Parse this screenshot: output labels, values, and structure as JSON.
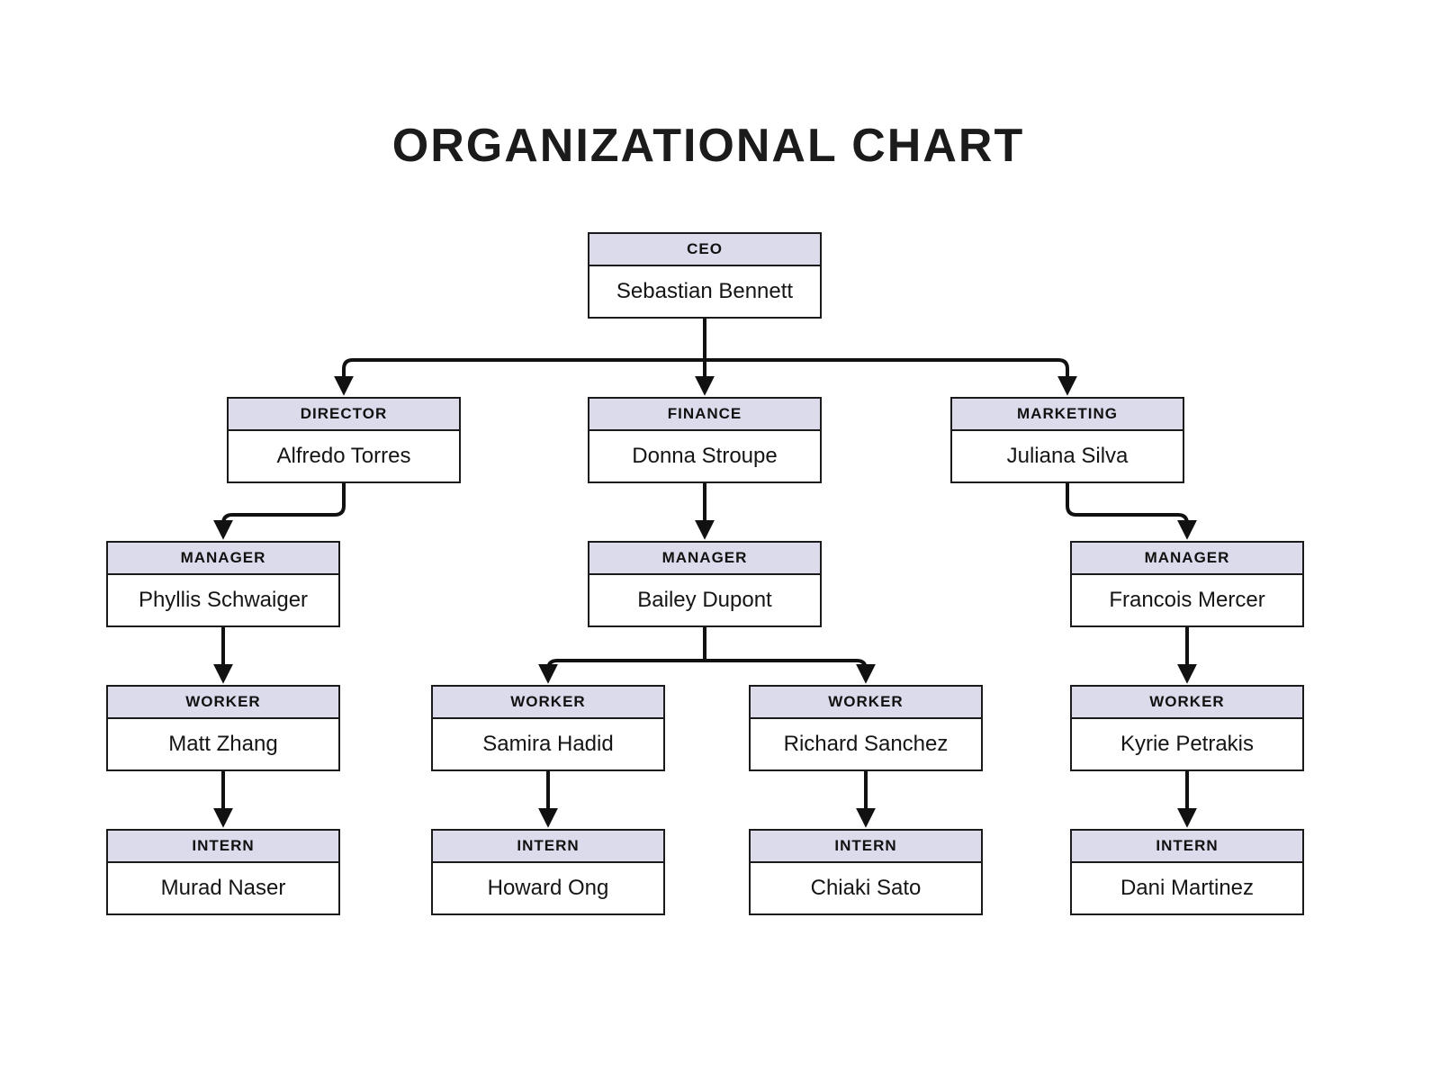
{
  "title": "ORGANIZATIONAL CHART",
  "colors": {
    "background": "#FFFFFF",
    "node_header_fill": "#DBDBEC",
    "node_border": "#1B1B1B",
    "connector": "#111111",
    "text": "#151515"
  },
  "nodes": [
    {
      "id": "ceo",
      "role": "CEO",
      "name": "Sebastian Bennett"
    },
    {
      "id": "director",
      "role": "DIRECTOR",
      "name": "Alfredo Torres"
    },
    {
      "id": "finance",
      "role": "FINANCE",
      "name": "Donna Stroupe"
    },
    {
      "id": "marketing",
      "role": "MARKETING",
      "name": "Juliana Silva"
    },
    {
      "id": "manager-1",
      "role": "MANAGER",
      "name": "Phyllis Schwaiger"
    },
    {
      "id": "manager-2",
      "role": "MANAGER",
      "name": "Bailey Dupont"
    },
    {
      "id": "manager-3",
      "role": "MANAGER",
      "name": "Francois Mercer"
    },
    {
      "id": "worker-1",
      "role": "WORKER",
      "name": "Matt Zhang"
    },
    {
      "id": "worker-2",
      "role": "WORKER",
      "name": "Samira Hadid"
    },
    {
      "id": "worker-3",
      "role": "WORKER",
      "name": "Richard Sanchez"
    },
    {
      "id": "worker-4",
      "role": "WORKER",
      "name": "Kyrie Petrakis"
    },
    {
      "id": "intern-1",
      "role": "INTERN",
      "name": "Murad Naser"
    },
    {
      "id": "intern-2",
      "role": "INTERN",
      "name": "Howard Ong"
    },
    {
      "id": "intern-3",
      "role": "INTERN",
      "name": "Chiaki Sato"
    },
    {
      "id": "intern-4",
      "role": "INTERN",
      "name": "Dani Martinez"
    }
  ],
  "edges": [
    {
      "from": "ceo",
      "to": "director"
    },
    {
      "from": "ceo",
      "to": "finance"
    },
    {
      "from": "ceo",
      "to": "marketing"
    },
    {
      "from": "director",
      "to": "manager-1"
    },
    {
      "from": "finance",
      "to": "manager-2"
    },
    {
      "from": "marketing",
      "to": "manager-3"
    },
    {
      "from": "manager-1",
      "to": "worker-1"
    },
    {
      "from": "manager-2",
      "to": "worker-2"
    },
    {
      "from": "manager-2",
      "to": "worker-3"
    },
    {
      "from": "manager-3",
      "to": "worker-4"
    },
    {
      "from": "worker-1",
      "to": "intern-1"
    },
    {
      "from": "worker-2",
      "to": "intern-2"
    },
    {
      "from": "worker-3",
      "to": "intern-3"
    },
    {
      "from": "worker-4",
      "to": "intern-4"
    }
  ]
}
